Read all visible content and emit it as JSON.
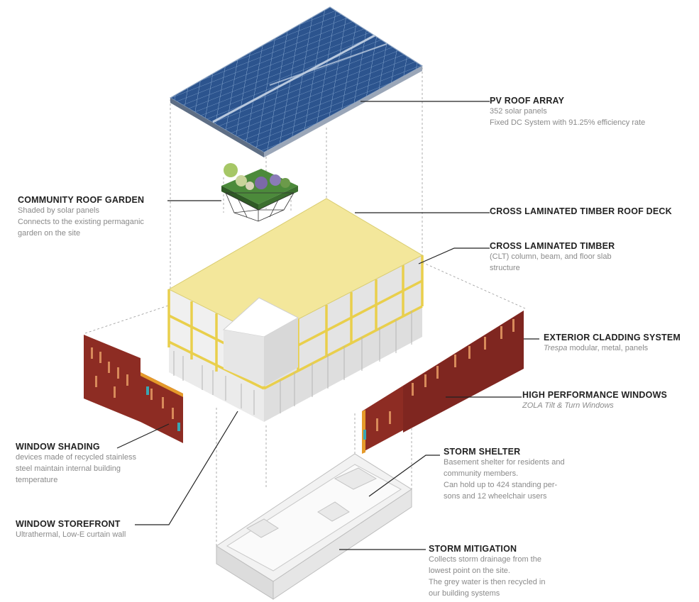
{
  "colors": {
    "solar": "#2a4f86",
    "timber_roof": "#f1e59a",
    "cladding": "#8b2b22",
    "concrete": "#e6e6e6",
    "label_title": "#222222",
    "label_desc": "#8a8a8a"
  },
  "labels": {
    "pv": {
      "title": "PV ROOF ARRAY",
      "line1": "352 solar panels",
      "line2": "Fixed DC System with 91.25% efficiency rate"
    },
    "garden": {
      "title": "COMMUNITY ROOF GARDEN",
      "line1": "Shaded by solar panels",
      "line2": "Connects to the existing permaganic",
      "line3": "garden on the site"
    },
    "clt_deck": {
      "title": "CROSS LAMINATED TIMBER ROOF DECK"
    },
    "clt": {
      "title": "CROSS LAMINATED TIMBER",
      "line1": "(CLT) column, beam, and floor slab",
      "line2": "structure"
    },
    "cladding": {
      "title": "EXTERIOR CLADDING SYSTEM",
      "line1_em": "Trespa",
      "line1_rest": " modular, metal, panels"
    },
    "windows": {
      "title": "HIGH PERFORMANCE WINDOWS",
      "line1": "ZOLA Tilt & Turn Windows"
    },
    "shading": {
      "title": "WINDOW SHADING",
      "line1": "devices made of recycled stainless",
      "line2": "steel maintain internal building",
      "line3": "temperature"
    },
    "storm_shelter": {
      "title": "STORM SHELTER",
      "line1": "Basement shelter for residents and",
      "line2": "community members.",
      "line3": "Can hold up to 424 standing per-",
      "line4": "sons and 12 wheelchair users"
    },
    "storefront": {
      "title": "WINDOW STOREFRONT",
      "line1": "Ultrathermal, Low-E curtain wall"
    },
    "storm_mitigation": {
      "title": "STORM MITIGATION",
      "line1": "Collects storm drainage from the",
      "line2": "lowest point on the site.",
      "line3": "The grey water is then recycled in",
      "line4": "our building systems"
    }
  }
}
